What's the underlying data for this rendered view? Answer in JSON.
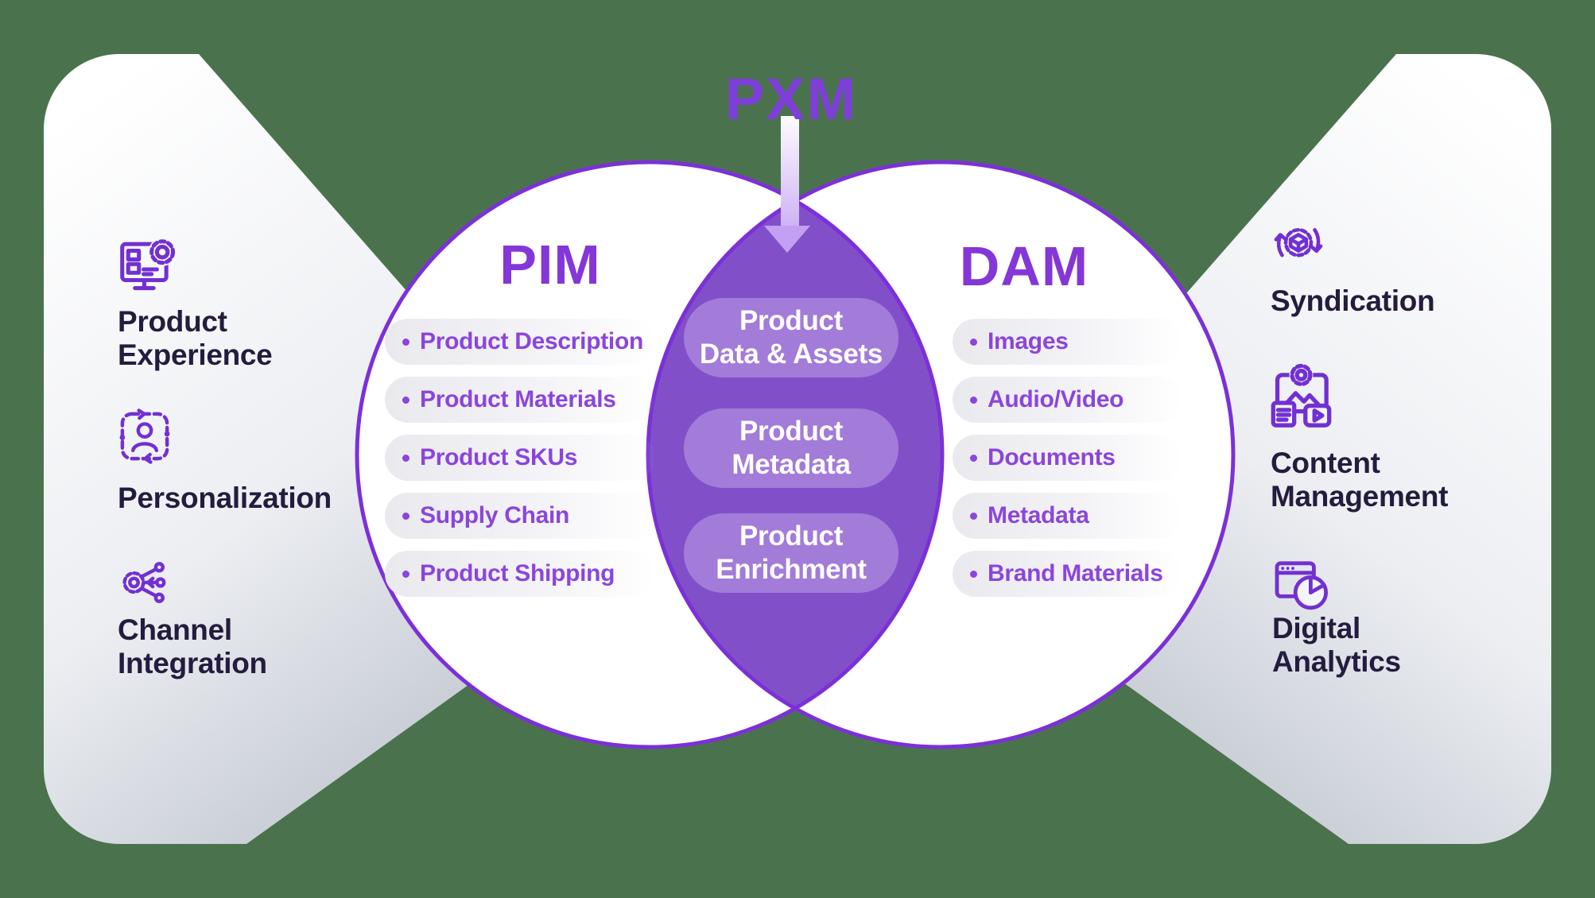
{
  "colors": {
    "background_green": "#4A734D",
    "circle_stroke_purple": "#7C30D8",
    "lens_purple": "#8150C9",
    "lens_pill_purple": "#A37BD9",
    "list_text_purple": "#8B45DC",
    "title_purple": "#8437D6",
    "pxm_purple": "#7E3ED9",
    "dark_text": "#241C3E",
    "funnel_gray": "#BFC5CE"
  },
  "pxm": {
    "label": "PXM"
  },
  "left_panel": {
    "items": [
      {
        "icon": "monitor-gear-icon",
        "lines": [
          "Product",
          "Experience"
        ]
      },
      {
        "icon": "user-sync-icon",
        "lines": [
          "Personalization"
        ]
      },
      {
        "icon": "gear-network-icon",
        "lines": [
          "Channel",
          "Integration"
        ]
      }
    ]
  },
  "right_panel": {
    "items": [
      {
        "icon": "cube-gear-cycle-icon",
        "lines": [
          "Syndication"
        ]
      },
      {
        "icon": "media-gear-icon",
        "lines": [
          "Content",
          "Management"
        ]
      },
      {
        "icon": "browser-pie-chart-icon",
        "lines": [
          "Digital",
          "Analytics"
        ]
      }
    ]
  },
  "venn": {
    "pim": {
      "title": "PIM",
      "items": [
        "Product Description",
        "Product Materials",
        "Product SKUs",
        "Supply Chain",
        "Product Shipping"
      ]
    },
    "dam": {
      "title": "DAM",
      "items": [
        "Images",
        "Audio/Video",
        "Documents",
        "Metadata",
        "Brand Materials"
      ]
    },
    "overlap": {
      "pills": [
        {
          "lines": [
            "Product",
            "Data & Assets"
          ]
        },
        {
          "lines": [
            "Product",
            "Metadata"
          ]
        },
        {
          "lines": [
            "Product",
            "Enrichment"
          ]
        }
      ]
    }
  }
}
